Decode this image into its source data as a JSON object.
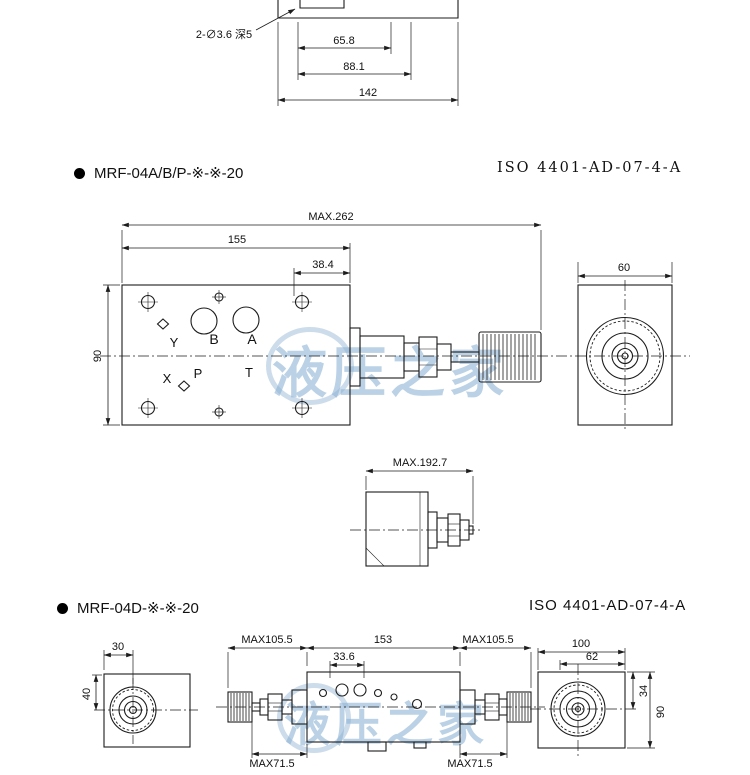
{
  "watermark": {
    "text": "液压之家",
    "color": "#8db2d3"
  },
  "top_detail": {
    "callout": "2-∅3.6 深5",
    "dim_65_8": "65.8",
    "dim_88_1": "88.1",
    "dim_142": "142"
  },
  "section_a": {
    "title": "MRF-04A/B/P-※-※-20",
    "iso_code": "ISO 4401-AD-07-4-A",
    "dims": {
      "max_length": "MAX.262",
      "body_length": "155",
      "port_offset": "38.4",
      "body_height": "90",
      "end_width": "60"
    },
    "ports": {
      "y": "Y",
      "b": "B",
      "a": "A",
      "x": "X",
      "p": "P",
      "t": "T"
    }
  },
  "mid_view": {
    "max_height": "MAX.192.7"
  },
  "section_d": {
    "title": "MRF-04D-※-※-20",
    "iso_code": "ISO 4401-AD-07-4-A",
    "dims": {
      "knob_offset_horizontal": "30",
      "knob_offset_vertical": "40",
      "left_max_length": "MAX105.5",
      "body_length": "153",
      "port_offset": "33.6",
      "right_max_length": "MAX105.5",
      "left_bottom_max_length": "MAX71.5",
      "right_bottom_max_length": "MAX71.5",
      "end_width": "100",
      "end_inner_width": "62",
      "knob_offset_side": "34",
      "end_height": "90"
    }
  }
}
